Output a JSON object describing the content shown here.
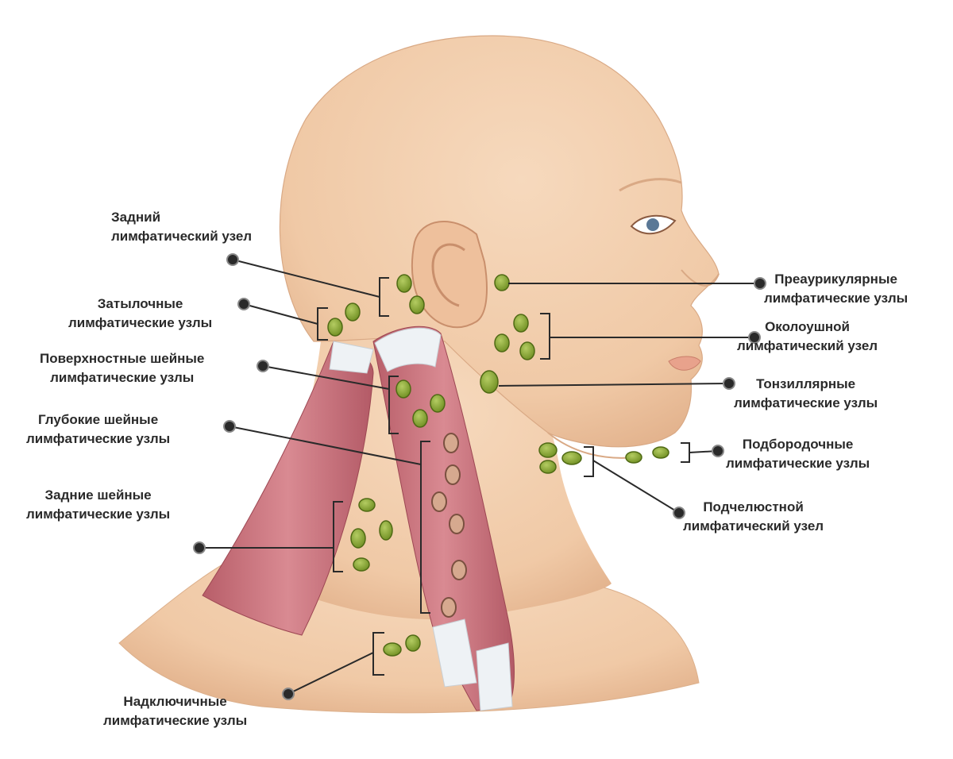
{
  "colors": {
    "skin": "#f2cfb0",
    "skin_shadow": "#e2b592",
    "muscle": "#c9707a",
    "muscle_dark": "#a8505c",
    "tendon": "#e9eef2",
    "node": "#7d9a2c",
    "node_highlight": "#a9c457",
    "node_outline": "#4f6a14",
    "deep_node": "#c9a08a",
    "leader": "#222222",
    "text": "#2a2a2a"
  },
  "labels": {
    "posterior_node": {
      "line1": "Задний",
      "line2": "лимфатический узел"
    },
    "occipital": {
      "line1": "Затылочные",
      "line2": "лимфатические узлы"
    },
    "superficial_cervical": {
      "line1": "Поверхностные шейные",
      "line2": "лимфатические узлы"
    },
    "deep_cervical": {
      "line1": "Глубокие шейные",
      "line2": "лимфатические узлы"
    },
    "posterior_cervical": {
      "line1": "Задние шейные",
      "line2": "лимфатические узлы"
    },
    "supraclavicular": {
      "line1": "Надключичные",
      "line2": "лимфатические узлы"
    },
    "preauricular": {
      "line1": "Преаурикулярные",
      "line2": "лимфатические узлы"
    },
    "parotid": {
      "line1": "Околоушной",
      "line2": "лимфатический узел"
    },
    "tonsillar": {
      "line1": "Тонзиллярные",
      "line2": "лимфатические узлы"
    },
    "submental": {
      "line1": "Подбородочные",
      "line2": "лимфатические узлы"
    },
    "submandibular": {
      "line1": "Подчелюстной",
      "line2": "лимфатический узел"
    }
  }
}
